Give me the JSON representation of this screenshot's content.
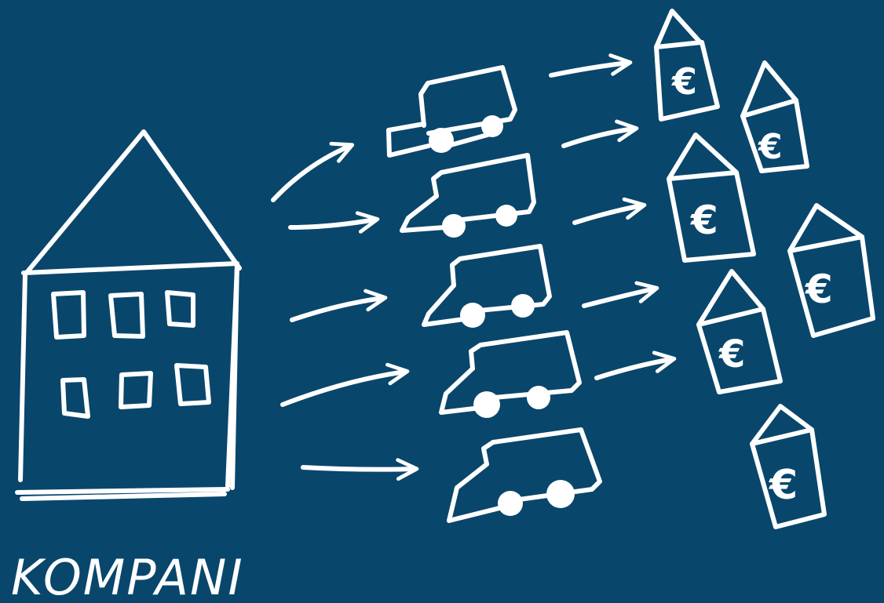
{
  "diagram": {
    "company_label": "KOMPANI",
    "currency_symbol": "€",
    "colors": {
      "background": "#09466c",
      "ink": "#ffffff"
    },
    "nodes": [
      {
        "id": "company",
        "type": "building-icon",
        "label_ref": "company_label"
      },
      {
        "id": "truck-1",
        "type": "truck-icon"
      },
      {
        "id": "truck-2",
        "type": "truck-icon"
      },
      {
        "id": "truck-3",
        "type": "truck-icon"
      },
      {
        "id": "truck-4",
        "type": "truck-icon"
      },
      {
        "id": "truck-5",
        "type": "truck-icon"
      },
      {
        "id": "house-1",
        "type": "euro-house-icon"
      },
      {
        "id": "house-2",
        "type": "euro-house-icon"
      },
      {
        "id": "house-3",
        "type": "euro-house-icon"
      },
      {
        "id": "house-4",
        "type": "euro-house-icon"
      },
      {
        "id": "house-5",
        "type": "euro-house-icon"
      },
      {
        "id": "house-6",
        "type": "euro-house-icon"
      }
    ],
    "edges": [
      {
        "from": "company",
        "to": "truck-1"
      },
      {
        "from": "company",
        "to": "truck-2"
      },
      {
        "from": "company",
        "to": "truck-3"
      },
      {
        "from": "company",
        "to": "truck-4"
      },
      {
        "from": "company",
        "to": "truck-5"
      },
      {
        "from": "truck-1",
        "to": "house-1"
      },
      {
        "from": "truck-1",
        "to": "house-2"
      },
      {
        "from": "truck-2",
        "to": "house-3"
      },
      {
        "from": "truck-3",
        "to": "house-5"
      },
      {
        "from": "truck-4",
        "to": "house-5"
      }
    ]
  }
}
